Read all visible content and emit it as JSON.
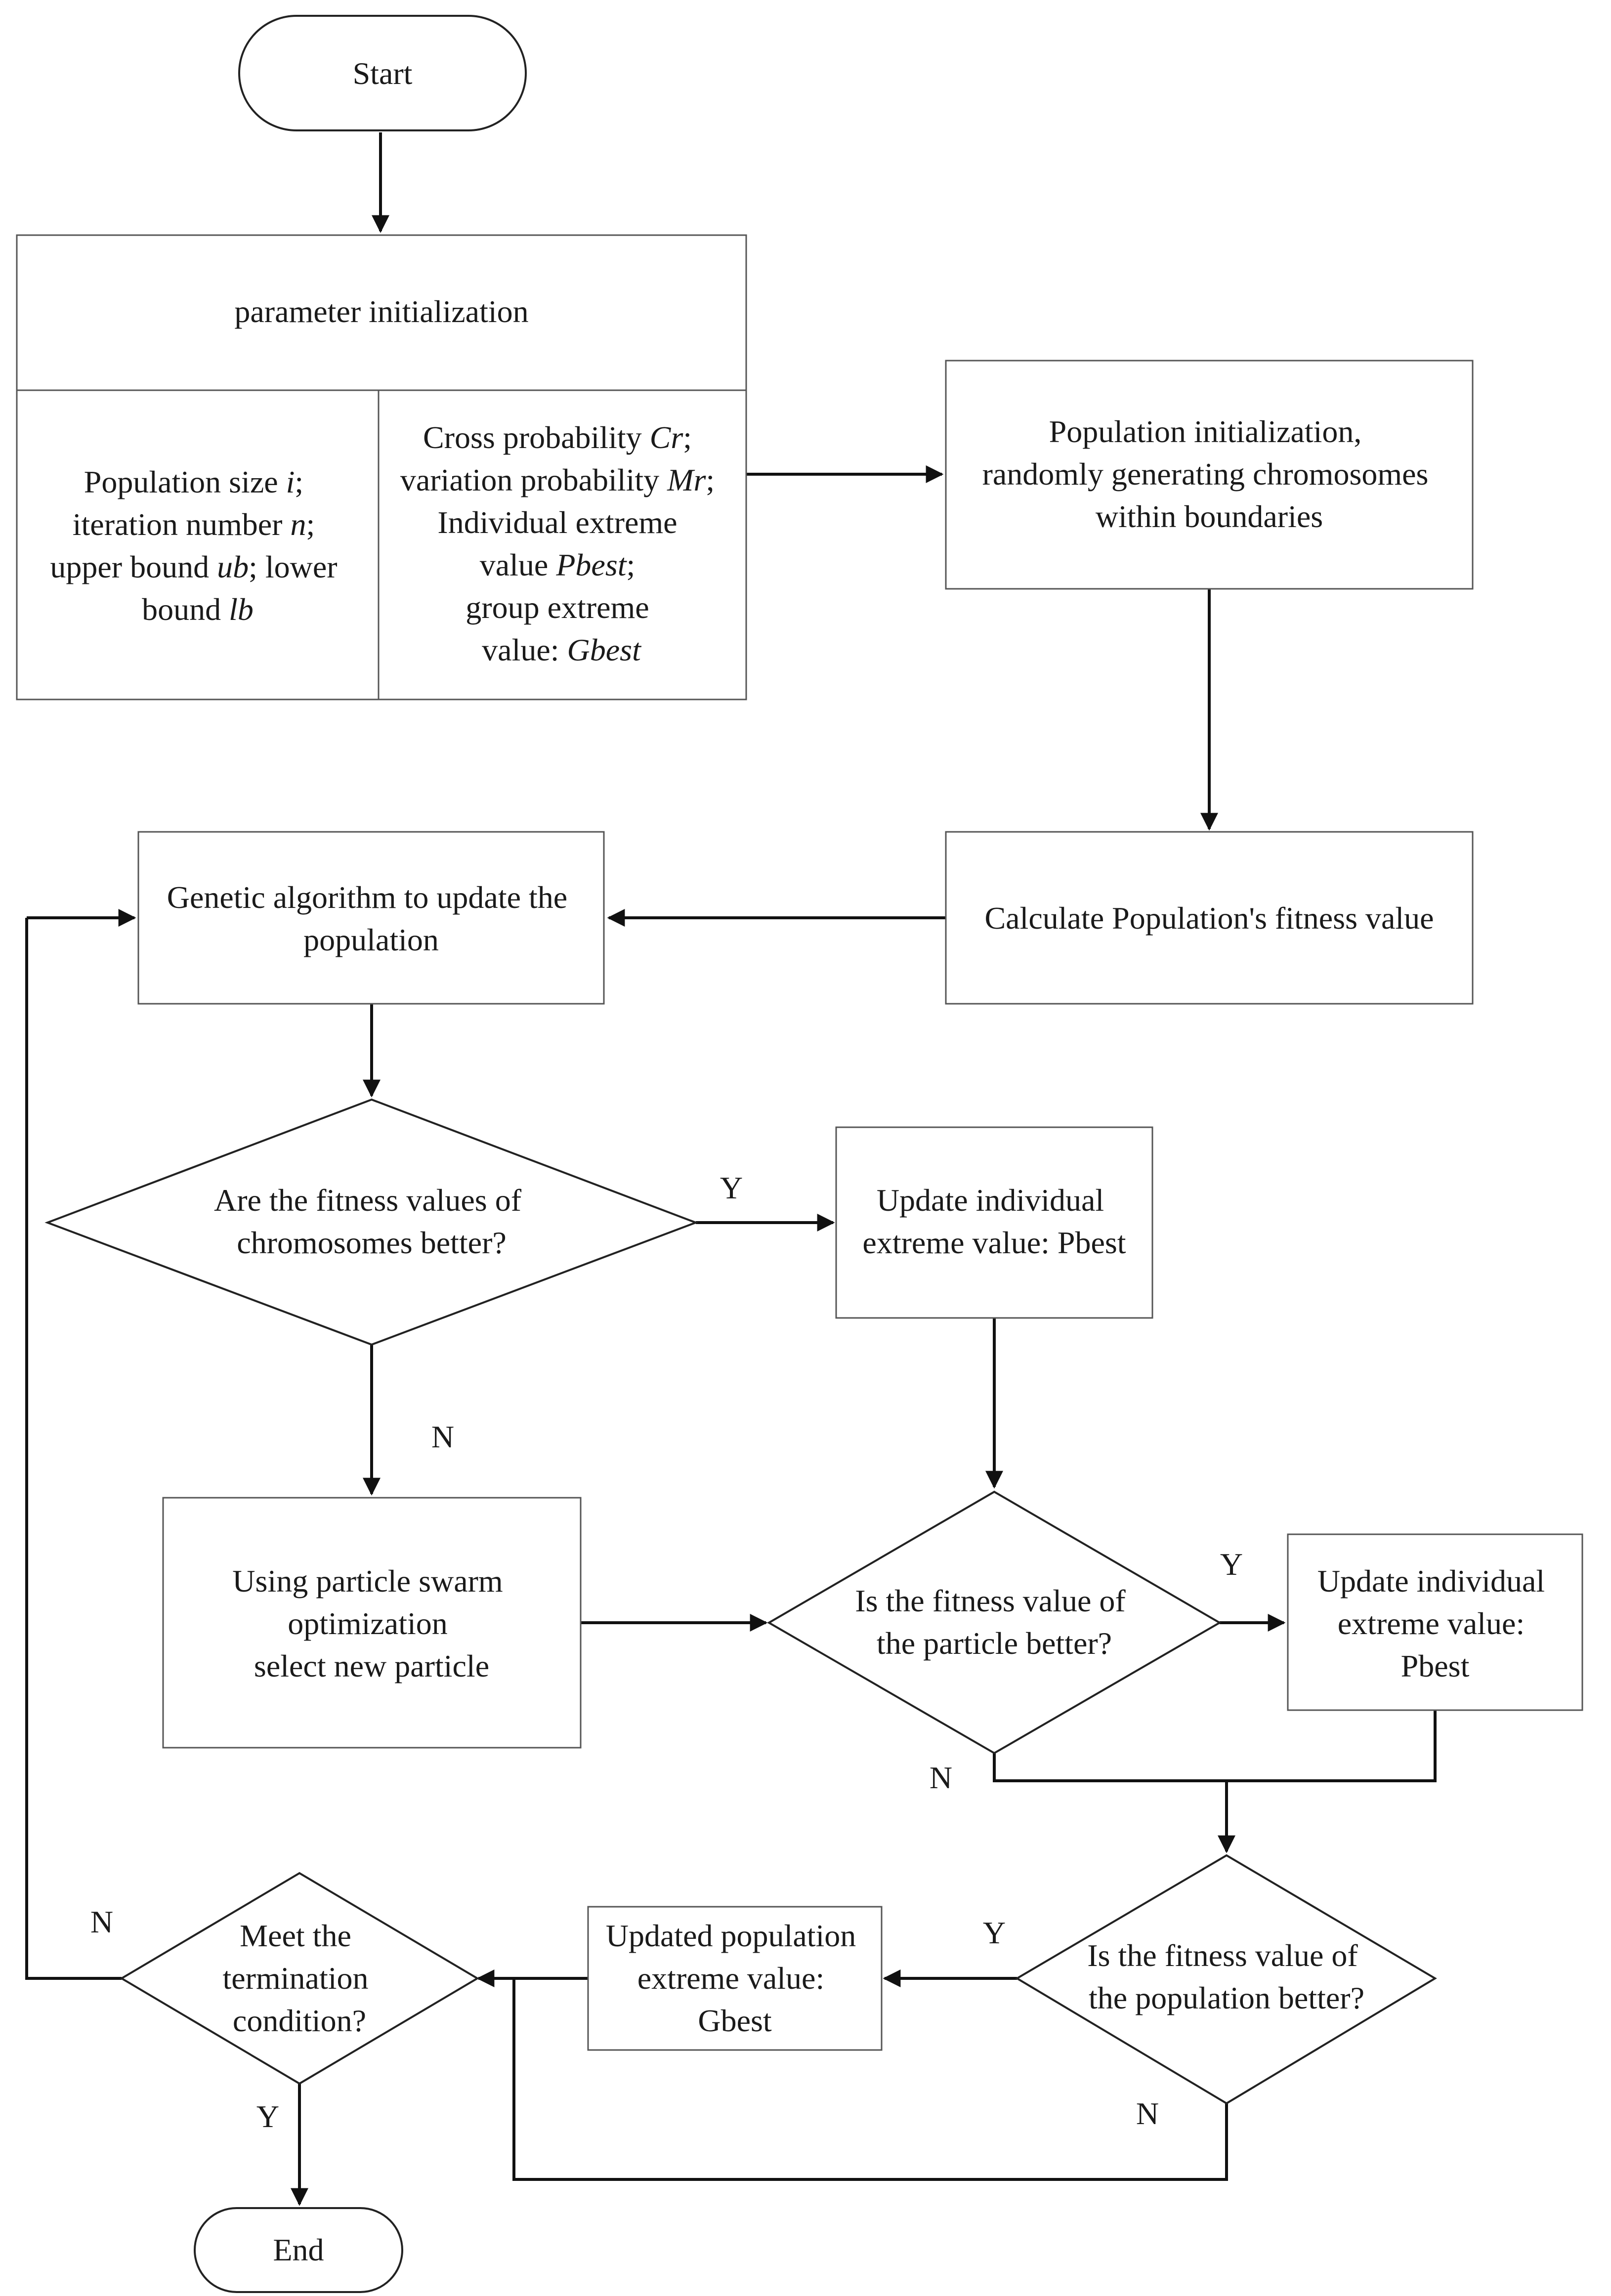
{
  "nodes": {
    "start": {
      "text": "Start"
    },
    "param_init": {
      "title": "parameter initialization"
    },
    "param_left": {
      "l1a": "Population size ",
      "l1b": "i",
      "l1c": ";",
      "l2a": "iteration number ",
      "l2b": "n",
      "l2c": ";",
      "l3a": "upper bound ",
      "l3b": "ub",
      "l3c": ";  lower",
      "l4a": "bound ",
      "l4b": "lb"
    },
    "param_right": {
      "l1a": "Cross probability ",
      "l1b": "Cr",
      "l1c": ";",
      "l2a": "variation probability ",
      "l2b": "Mr",
      "l2c": ";",
      "l3": "Individual extreme",
      "l4a": "value ",
      "l4b": "Pbest",
      "l4c": ";",
      "l5": "group extreme",
      "l6a": "value: ",
      "l6b": "Gbest"
    },
    "pop_init": {
      "l1": "Population initialization,",
      "l2": "randomly generating chromosomes",
      "l3": "within boundaries"
    },
    "calc_fitness": {
      "l1": "Calculate Population's fitness value"
    },
    "ga_update": {
      "l1": "Genetic algorithm to update the",
      "l2": "population"
    },
    "decision_chromosomes": {
      "l1": "Are the fitness values of",
      "l2": "chromosomes better?"
    },
    "update_pbest_1": {
      "l1": "Update individual",
      "l2": "extreme value: Pbest"
    },
    "pso_select": {
      "l1": "Using particle swarm",
      "l2": "optimization",
      "l3": "select new particle"
    },
    "decision_particle": {
      "l1": "Is the fitness value of",
      "l2": "the particle better?"
    },
    "update_pbest_2": {
      "l1": "Update individual",
      "l2": "extreme value:",
      "l3": "Pbest"
    },
    "decision_population": {
      "l1": "Is the fitness value of",
      "l2": "the population better?"
    },
    "update_gbest": {
      "l1": "Updated population",
      "l2": "extreme value:",
      "l3": "Gbest"
    },
    "decision_termination": {
      "l1": "Meet the",
      "l2": "termination",
      "l3": "condition?"
    },
    "end": {
      "text": "End"
    }
  },
  "edge_labels": {
    "chromosomes_yes": "Y",
    "chromosomes_no": "N",
    "particle_yes": "Y",
    "particle_no": "N",
    "population_yes": "Y",
    "population_no": "N",
    "termination_no": "N",
    "termination_yes": "Y"
  },
  "colors": {
    "stroke": "#222222",
    "line": "#111111",
    "text": "#1a1a1a",
    "background": "#ffffff"
  }
}
